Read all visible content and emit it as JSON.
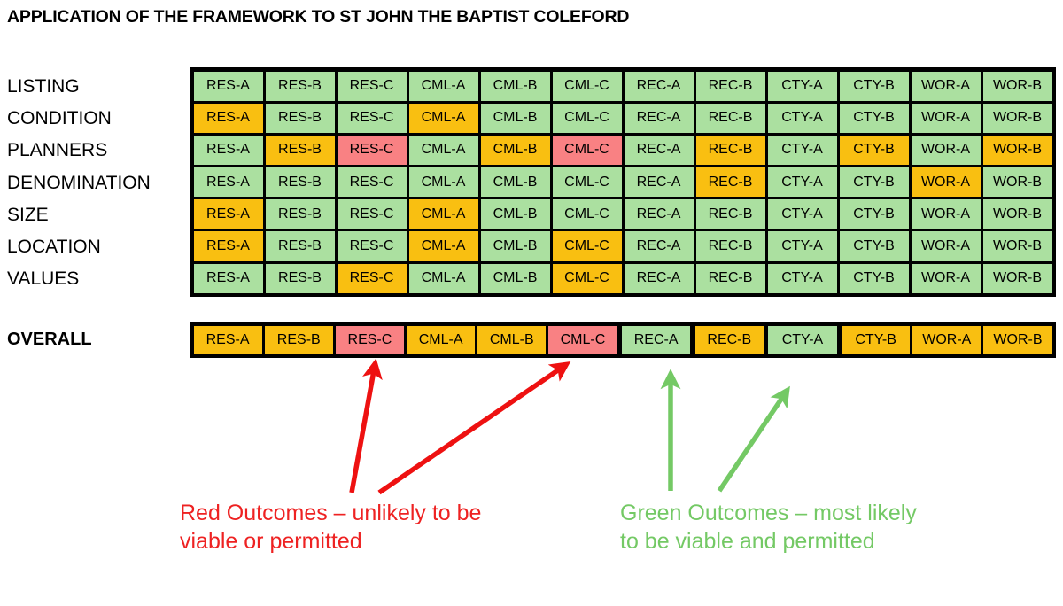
{
  "title": "APPLICATION OF THE FRAMEWORK TO ST JOHN THE BAPTIST COLEFORD",
  "colors": {
    "green": "#ABE0A0",
    "orange": "#F9BF11",
    "red": "#F98183",
    "red_text": "#EE2222",
    "green_text": "#74C965",
    "outline": "#000000"
  },
  "columns": [
    "RES-A",
    "RES-B",
    "RES-C",
    "CML-A",
    "CML-B",
    "CML-C",
    "REC-A",
    "REC-B",
    "CTY-A",
    "CTY-B",
    "WOR-A",
    "WOR-B"
  ],
  "matrix": {
    "row_labels": [
      "LISTING",
      "CONDITION",
      "PLANNERS",
      "DENOMINATION",
      "SIZE",
      "LOCATION",
      "VALUES"
    ],
    "rows": [
      {
        "label": "LISTING",
        "cells": [
          {
            "label": "RES-A",
            "status": "g"
          },
          {
            "label": "RES-B",
            "status": "g"
          },
          {
            "label": "RES-C",
            "status": "g"
          },
          {
            "label": "CML-A",
            "status": "g"
          },
          {
            "label": "CML-B",
            "status": "g"
          },
          {
            "label": "CML-C",
            "status": "g"
          },
          {
            "label": "REC-A",
            "status": "g"
          },
          {
            "label": "REC-B",
            "status": "g"
          },
          {
            "label": "CTY-A",
            "status": "g"
          },
          {
            "label": "CTY-B",
            "status": "g"
          },
          {
            "label": "WOR-A",
            "status": "g"
          },
          {
            "label": "WOR-B",
            "status": "g"
          }
        ]
      },
      {
        "label": "CONDITION",
        "cells": [
          {
            "label": "RES-A",
            "status": "o"
          },
          {
            "label": "RES-B",
            "status": "g"
          },
          {
            "label": "RES-C",
            "status": "g"
          },
          {
            "label": "CML-A",
            "status": "o"
          },
          {
            "label": "CML-B",
            "status": "g"
          },
          {
            "label": "CML-C",
            "status": "g"
          },
          {
            "label": "REC-A",
            "status": "g"
          },
          {
            "label": "REC-B",
            "status": "g"
          },
          {
            "label": "CTY-A",
            "status": "g"
          },
          {
            "label": "CTY-B",
            "status": "g"
          },
          {
            "label": "WOR-A",
            "status": "g"
          },
          {
            "label": "WOR-B",
            "status": "g"
          }
        ]
      },
      {
        "label": "PLANNERS",
        "cells": [
          {
            "label": "RES-A",
            "status": "g"
          },
          {
            "label": "RES-B",
            "status": "o"
          },
          {
            "label": "RES-C",
            "status": "r"
          },
          {
            "label": "CML-A",
            "status": "g"
          },
          {
            "label": "CML-B",
            "status": "o"
          },
          {
            "label": "CML-C",
            "status": "r"
          },
          {
            "label": "REC-A",
            "status": "g"
          },
          {
            "label": "REC-B",
            "status": "o"
          },
          {
            "label": "CTY-A",
            "status": "g"
          },
          {
            "label": "CTY-B",
            "status": "o"
          },
          {
            "label": "WOR-A",
            "status": "g"
          },
          {
            "label": "WOR-B",
            "status": "o"
          }
        ]
      },
      {
        "label": "DENOMINATION",
        "cells": [
          {
            "label": "RES-A",
            "status": "g"
          },
          {
            "label": "RES-B",
            "status": "g"
          },
          {
            "label": "RES-C",
            "status": "g"
          },
          {
            "label": "CML-A",
            "status": "g"
          },
          {
            "label": "CML-B",
            "status": "g"
          },
          {
            "label": "CML-C",
            "status": "g"
          },
          {
            "label": "REC-A",
            "status": "g"
          },
          {
            "label": "REC-B",
            "status": "o"
          },
          {
            "label": "CTY-A",
            "status": "g"
          },
          {
            "label": "CTY-B",
            "status": "g"
          },
          {
            "label": "WOR-A",
            "status": "o"
          },
          {
            "label": "WOR-B",
            "status": "g"
          }
        ]
      },
      {
        "label": "SIZE",
        "cells": [
          {
            "label": "RES-A",
            "status": "o"
          },
          {
            "label": "RES-B",
            "status": "g"
          },
          {
            "label": "RES-C",
            "status": "g"
          },
          {
            "label": "CML-A",
            "status": "o"
          },
          {
            "label": "CML-B",
            "status": "g"
          },
          {
            "label": "CML-C",
            "status": "g"
          },
          {
            "label": "REC-A",
            "status": "g"
          },
          {
            "label": "REC-B",
            "status": "g"
          },
          {
            "label": "CTY-A",
            "status": "g"
          },
          {
            "label": "CTY-B",
            "status": "g"
          },
          {
            "label": "WOR-A",
            "status": "g"
          },
          {
            "label": "WOR-B",
            "status": "g"
          }
        ]
      },
      {
        "label": "LOCATION",
        "cells": [
          {
            "label": "RES-A",
            "status": "o"
          },
          {
            "label": "RES-B",
            "status": "g"
          },
          {
            "label": "RES-C",
            "status": "g"
          },
          {
            "label": "CML-A",
            "status": "o"
          },
          {
            "label": "CML-B",
            "status": "g"
          },
          {
            "label": "CML-C",
            "status": "o"
          },
          {
            "label": "REC-A",
            "status": "g"
          },
          {
            "label": "REC-B",
            "status": "g"
          },
          {
            "label": "CTY-A",
            "status": "g"
          },
          {
            "label": "CTY-B",
            "status": "g"
          },
          {
            "label": "WOR-A",
            "status": "g"
          },
          {
            "label": "WOR-B",
            "status": "g"
          }
        ]
      },
      {
        "label": "VALUES",
        "cells": [
          {
            "label": "RES-A",
            "status": "g"
          },
          {
            "label": "RES-B",
            "status": "g"
          },
          {
            "label": "RES-C",
            "status": "o"
          },
          {
            "label": "CML-A",
            "status": "g"
          },
          {
            "label": "CML-B",
            "status": "g"
          },
          {
            "label": "CML-C",
            "status": "o"
          },
          {
            "label": "REC-A",
            "status": "g"
          },
          {
            "label": "REC-B",
            "status": "g"
          },
          {
            "label": "CTY-A",
            "status": "g"
          },
          {
            "label": "CTY-B",
            "status": "g"
          },
          {
            "label": "WOR-A",
            "status": "g"
          },
          {
            "label": "WOR-B",
            "status": "g"
          }
        ]
      }
    ]
  },
  "overall": {
    "label": "OVERALL",
    "cells": [
      {
        "label": "RES-A",
        "status": "o",
        "outlined": false
      },
      {
        "label": "RES-B",
        "status": "o",
        "outlined": false
      },
      {
        "label": "RES-C",
        "status": "r",
        "outlined": false
      },
      {
        "label": "CML-A",
        "status": "o",
        "outlined": false
      },
      {
        "label": "CML-B",
        "status": "o",
        "outlined": false
      },
      {
        "label": "CML-C",
        "status": "r",
        "outlined": false
      },
      {
        "label": "REC-A",
        "status": "g",
        "outlined": true
      },
      {
        "label": "REC-B",
        "status": "o",
        "outlined": false
      },
      {
        "label": "CTY-A",
        "status": "g",
        "outlined": true
      },
      {
        "label": "CTY-B",
        "status": "o",
        "outlined": false
      },
      {
        "label": "WOR-A",
        "status": "o",
        "outlined": false
      },
      {
        "label": "WOR-B",
        "status": "o",
        "outlined": false
      }
    ]
  },
  "annotations": {
    "red": "Red Outcomes – unlikely to be viable or permitted",
    "green": "Green Outcomes – most likely to be viable and permitted"
  }
}
